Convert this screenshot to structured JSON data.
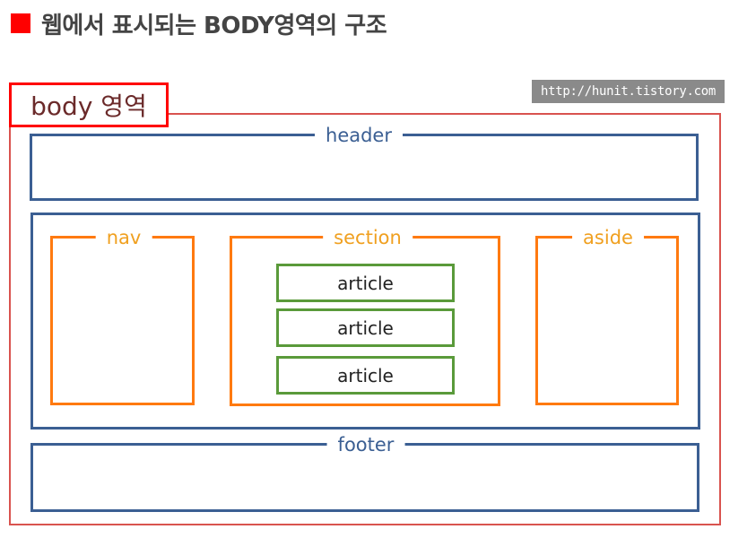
{
  "title": {
    "text": "웹에서 표시되는 BODY영역의 구조"
  },
  "watermark": {
    "text": "http://hunit.tistory.com"
  },
  "body_area": {
    "label": "body 영역"
  },
  "header": {
    "label": "header"
  },
  "main": {
    "nav": {
      "label": "nav"
    },
    "section": {
      "label": "section",
      "articles": [
        "article",
        "article",
        "article"
      ]
    },
    "aside": {
      "label": "aside"
    }
  },
  "footer": {
    "label": "footer"
  },
  "colors": {
    "title_marker": "#ff0000",
    "body_border": "#d9534f",
    "body_label_border": "#ff0000",
    "blue": "#3b5f93",
    "orange": "#ff7a10",
    "orange_text": "#f0a020",
    "green": "#5a9a3a"
  }
}
